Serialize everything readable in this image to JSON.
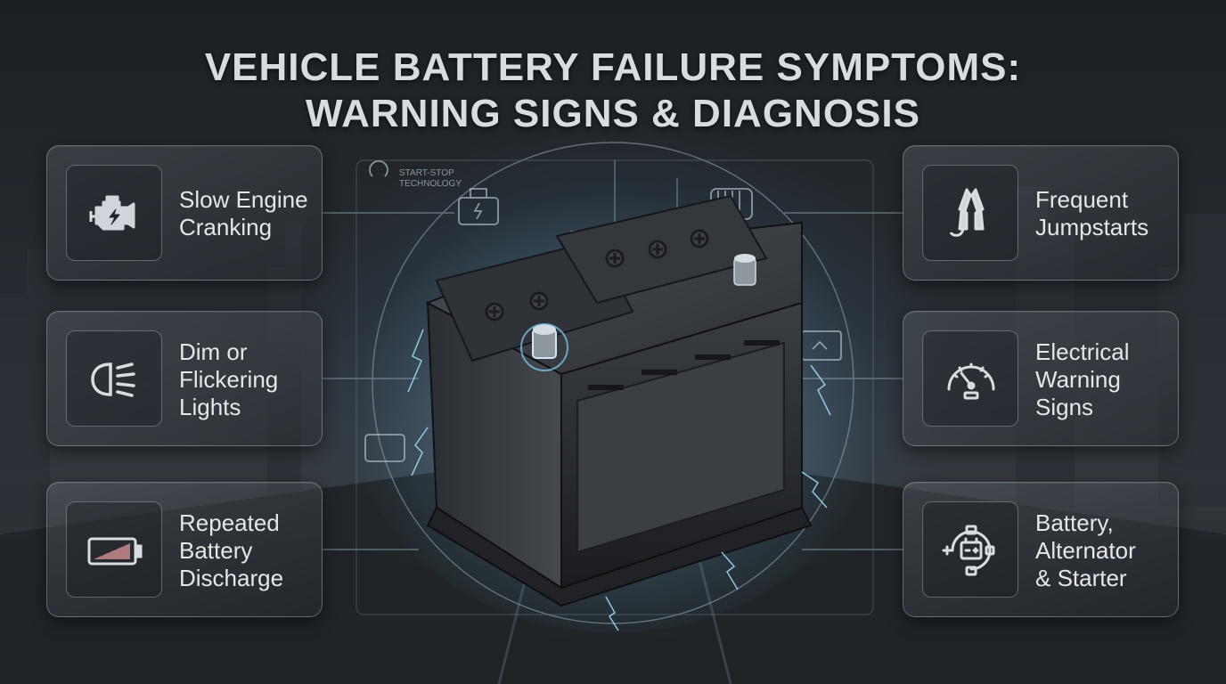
{
  "title": {
    "line1": "VEHICLE BATTERY FAILURE SYMPTOMS:",
    "line2": "WARNING SIGNS & DIAGNOSIS"
  },
  "symptoms_left": [
    {
      "label": "Slow Engine\nCranking",
      "icon": "engine-icon"
    },
    {
      "label": "Dim or\nFlickering\nLights",
      "icon": "headlight-icon"
    },
    {
      "label": "Repeated\nBattery\nDischarge",
      "icon": "low-battery-icon"
    }
  ],
  "symptoms_right": [
    {
      "label": "Frequent\nJumpstarts",
      "icon": "jumper-cable-icon"
    },
    {
      "label": "Electrical\nWarning\nSigns",
      "icon": "gauge-icon"
    },
    {
      "label": "Battery,\nAlternator\n& Starter",
      "icon": "circuit-battery-icon"
    }
  ],
  "diagram": {
    "start_stop_text": "START-STOP\nTECHNOLOGY"
  },
  "colors": {
    "accent_glow": "#7fd4ff",
    "text": "#e4e6e8"
  }
}
